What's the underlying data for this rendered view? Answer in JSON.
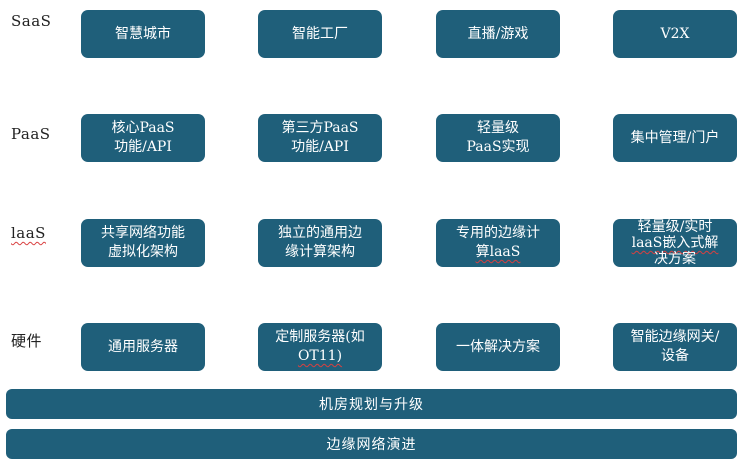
{
  "layers": [
    {
      "label": "SaaS",
      "boxes": [
        {
          "lines": [
            "智慧城市"
          ]
        },
        {
          "lines": [
            "智能工厂"
          ]
        },
        {
          "lines": [
            "直播/游戏"
          ]
        },
        {
          "lines": [
            "V2X"
          ]
        }
      ]
    },
    {
      "label": "PaaS",
      "boxes": [
        {
          "lines": [
            "核心PaaS",
            "功能/API"
          ]
        },
        {
          "lines": [
            "第三方PaaS",
            "功能/API"
          ]
        },
        {
          "lines": [
            "轻量级",
            "PaaS实现"
          ]
        },
        {
          "lines": [
            "集中管理/门户"
          ]
        }
      ]
    },
    {
      "label": "laaS",
      "boxes": [
        {
          "lines": [
            "共享网络功能",
            "虚拟化架构"
          ]
        },
        {
          "lines": [
            "独立的通用边",
            "缘计算架构"
          ]
        },
        {
          "lines": [
            "专用的边缘计",
            "算laaS"
          ]
        },
        {
          "lines": [
            "轻量级/实时",
            "laaS嵌入式解",
            "决方案"
          ]
        }
      ]
    },
    {
      "label": "硬件",
      "boxes": [
        {
          "lines": [
            "通用服务器"
          ]
        },
        {
          "lines": [
            "定制服务器(如",
            "OT11)"
          ]
        },
        {
          "lines": [
            "一体解决方案"
          ]
        },
        {
          "lines": [
            "智能边缘网关/",
            "设备"
          ]
        }
      ]
    }
  ],
  "bars": [
    {
      "label": "机房规划与升级"
    },
    {
      "label": "边缘网络演进"
    }
  ]
}
